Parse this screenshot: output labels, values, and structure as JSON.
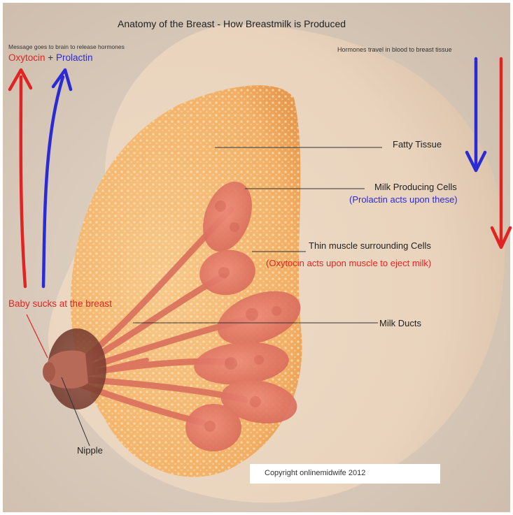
{
  "title": "Anatomy of the Breast - How Breastmilk is Produced",
  "brain_message": "Message goes to brain to release hormones",
  "hormones": {
    "oxytocin": "Oxytocin",
    "plus": "+",
    "prolactin": "Prolactin"
  },
  "blood_message": "Hormones travel in blood to breast tissue",
  "labels": {
    "fatty_tissue": "Fatty Tissue",
    "milk_cells": "Milk Producing Cells",
    "prolactin_note": "(Prolactin acts upon these)",
    "muscle": "Thin muscle surrounding Cells",
    "oxytocin_note": "(Oxytocin acts upon muscle to eject milk)",
    "milk_ducts": "Milk Ducts",
    "baby_sucks": "Baby sucks at the breast",
    "nipple": "Nipple"
  },
  "copyright": "Copyright onlinemidwife 2012",
  "colors": {
    "oxytocin": "#e02424",
    "prolactin": "#2b2bd6",
    "tissue": "#f2b06a",
    "background": "#ddd0c4"
  }
}
